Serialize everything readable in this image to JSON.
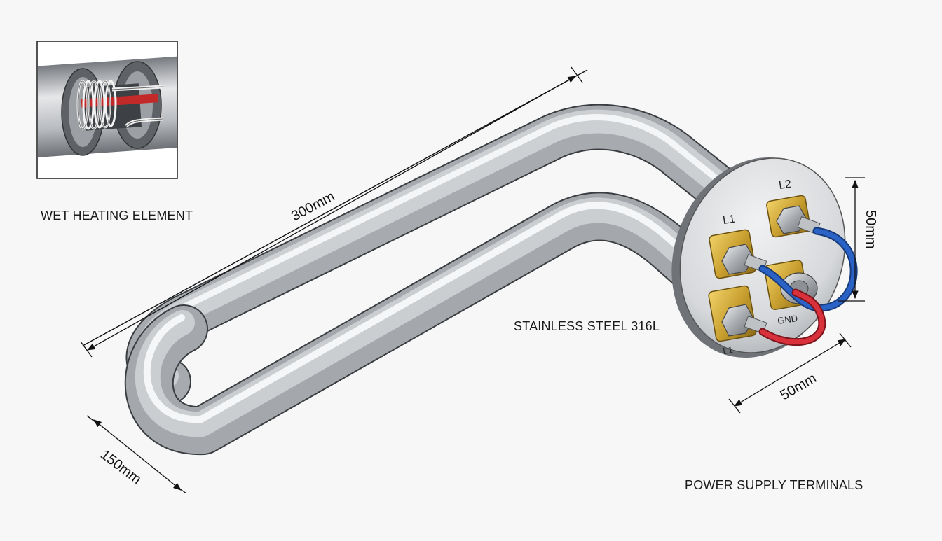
{
  "labels": {
    "wet_heating_element": "WET HEATING ELEMENT",
    "material": "STAINLESS STEEL 316L",
    "power_supply": "POWER SUPPLY TERMINALS"
  },
  "dimensions": {
    "length": "300mm",
    "width": "150mm",
    "flange_height": "50mm",
    "flange_width": "50mm"
  },
  "terminals": {
    "top_right": "L2",
    "top_left": "L1",
    "middle_right": "GND",
    "bottom_left": "L1"
  },
  "colors": {
    "tube": "#b5b9be",
    "brass": "#c9a030",
    "wire_blue": "#2a62c6",
    "wire_red": "#d8313b",
    "coil_red": "#c22a2a"
  }
}
